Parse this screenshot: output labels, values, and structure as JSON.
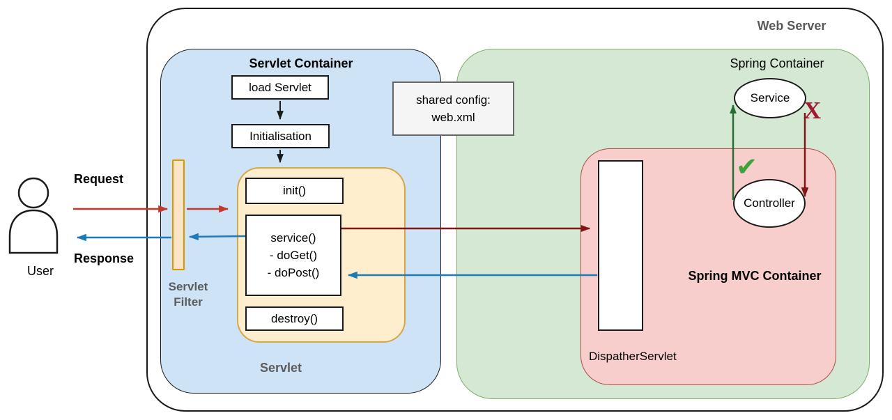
{
  "web_server": {
    "title": "Web Server"
  },
  "user": {
    "label": "User"
  },
  "flows": {
    "request_label": "Request",
    "response_label": "Response"
  },
  "servlet_filter": {
    "label_line1": "Servlet",
    "label_line2": "Filter"
  },
  "servlet_container": {
    "title": "Servlet Container",
    "load_servlet_step": "load Servlet",
    "initialisation_step": "Initialisation",
    "servlet_label": "Servlet",
    "lifecycle": {
      "init_method": "init()",
      "service_method_line1": "service()",
      "service_method_line2": "- doGet()",
      "service_method_line3": "- doPost()",
      "destroy_method": "destroy()"
    }
  },
  "shared_config": {
    "line1": "shared config:",
    "line2": "web.xml"
  },
  "spring_container": {
    "title": "Spring Container",
    "service_bean_label": "Service",
    "mvc": {
      "title": "Spring MVC Container",
      "dispatcher_label": "DispatherServlet",
      "controller_bean_label": "Controller"
    },
    "allowed_mark": "✔",
    "forbidden_mark": "X"
  },
  "colors": {
    "servlet_container_fill": "#cfe3f7",
    "spring_container_fill": "#d5e8d4",
    "spring_container_border": "#7fae68",
    "mvc_container_fill": "#f7cecb",
    "mvc_container_border": "#ae4a44",
    "servlet_fill": "#feeecd",
    "servlet_border": "#d8a648",
    "filter_fill": "#fbe3c8",
    "filter_border": "#d79b00",
    "config_fill": "#f5f5f5",
    "request_arrow": "#c2392b",
    "response_arrow": "#1c7ab5",
    "internal_request_arrow": "#801715",
    "controller_to_service_arrow": "#266e33",
    "check_green": "#3fa33c",
    "x_crimson": "#9e1b32",
    "muted_label_gray": "#595959"
  }
}
